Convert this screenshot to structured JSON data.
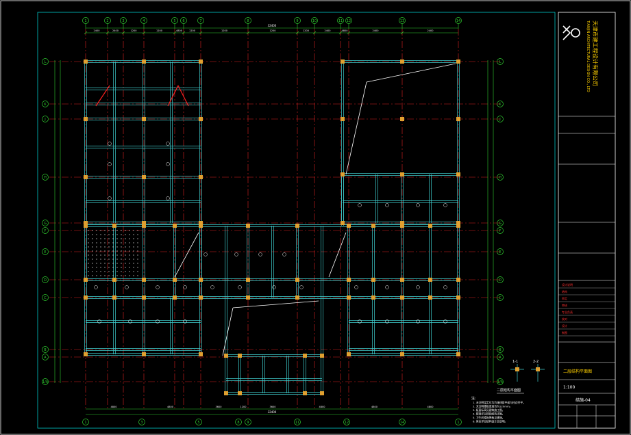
{
  "drawing": {
    "type": "architectural-floor-plan",
    "background_color": "#000000",
    "colors": {
      "frame": "#ffffff",
      "border": "#00c8c8",
      "axis": "#e02020",
      "dim": "#30d030",
      "wall": "#40d0d0",
      "column": "#e0a030",
      "grid": "#e02020",
      "titleblock": "#ffffff",
      "titleblock_text_red": "#ff3030",
      "titleblock_text_yellow": "#ffd000",
      "diagonal": "#ffffff",
      "hatch": "#ffffff"
    }
  },
  "axes": {
    "columns_top": [
      "1",
      "2",
      "3",
      "4",
      "5",
      "6",
      "7",
      "8",
      "9",
      "10",
      "11",
      "12",
      "13",
      "14"
    ],
    "columns_bottom": [
      "1",
      "3",
      "5",
      "8",
      "9",
      "11",
      "12",
      "14"
    ],
    "rows": [
      "L",
      "K",
      "J",
      "H",
      "G",
      "F",
      "E",
      "D",
      "C",
      "B",
      "A",
      "1/A"
    ]
  },
  "dimensions": {
    "top_segments": [
      "2400",
      "2400",
      "1200",
      "1200",
      "4800",
      "1200",
      "1200",
      "1200",
      "1200",
      "2400",
      "4800"
    ],
    "top_total": "32400",
    "bottom_segments": [
      "4800",
      "4800",
      "3600",
      "1200",
      "3600",
      "4800",
      "4800"
    ],
    "bottom_total": "32400"
  },
  "title_block": {
    "company_cn": "天津市建工程设计有限公司",
    "logo_text": "XD",
    "sections": [
      "设计说明",
      "结构",
      "审定",
      "审核",
      "专业负责",
      "校对",
      "设计",
      "制图"
    ],
    "drawing_name": "二层结构平面图",
    "scale": "1:100",
    "sheet": "结施-04"
  },
  "annotations": {
    "plan_title": "二层结构平面图",
    "notes_heading": "注:",
    "notes": [
      "1. 未注明梁定位均为轴线居中或与柱边齐平。",
      "2. 未注明楼板厚度均为120mm。",
      "3. 板面标高见建筑施工图。",
      "4. 楼梯详见楼梯结构详图。",
      "5. 卫生间楼板降板见建施。",
      "6. 其余详见结构设计总说明。"
    ],
    "section_labels": [
      "1-1",
      "2-2"
    ]
  }
}
